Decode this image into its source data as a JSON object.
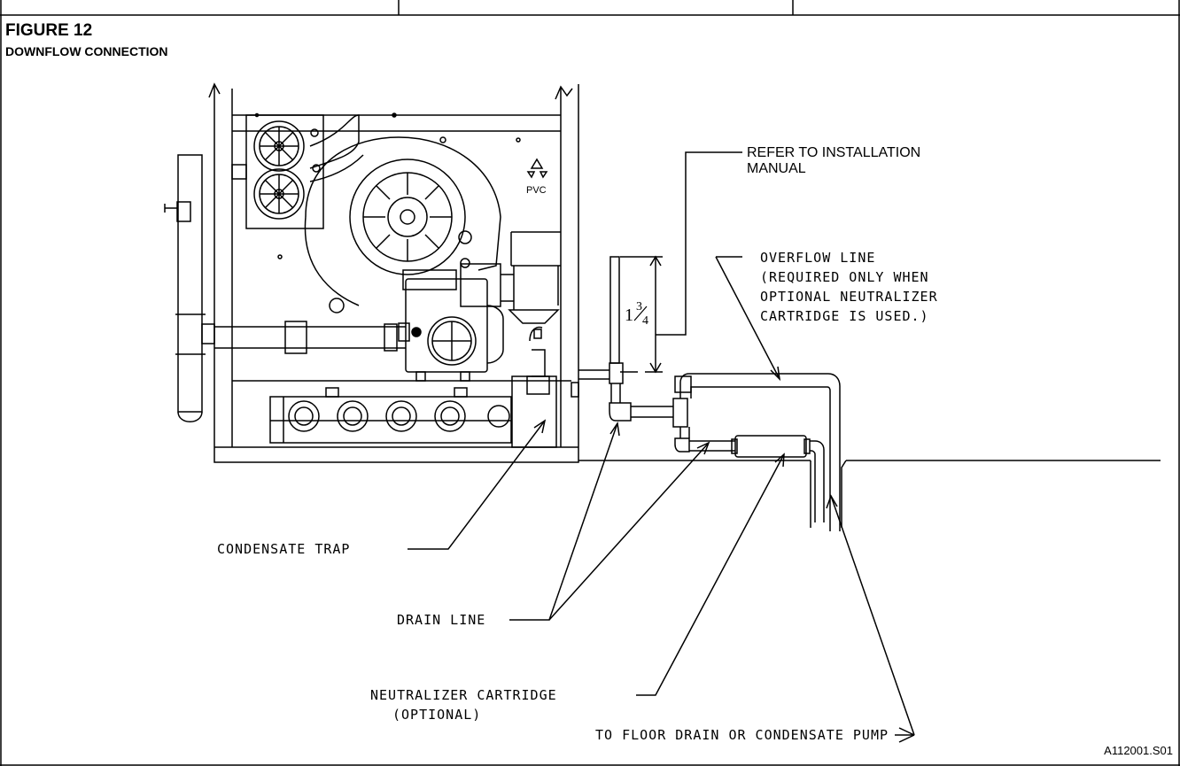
{
  "figure": {
    "number": "FIGURE 12",
    "title": "DOWNFLOW CONNECTION",
    "reference_code": "A112001.S01"
  },
  "labels": {
    "refer_line1": "REFER TO INSTALLATION",
    "refer_line2": "MANUAL",
    "overflow_line1": "OVERFLOW LINE",
    "overflow_line2": "(REQUIRED ONLY WHEN",
    "overflow_line3": "OPTIONAL NEUTRALIZER",
    "overflow_line4": "CARTRIDGE IS USED.)",
    "condensate_trap": "CONDENSATE TRAP",
    "drain_line": "DRAIN LINE",
    "neutralizer_line1": "NEUTRALIZER CARTRIDGE",
    "neutralizer_line2": "(OPTIONAL)",
    "floor_drain": "TO FLOOR DRAIN OR CONDENSATE PUMP",
    "pvc": "PVC",
    "dimension_whole": "1",
    "dimension_num": "3",
    "dimension_den": "4"
  }
}
